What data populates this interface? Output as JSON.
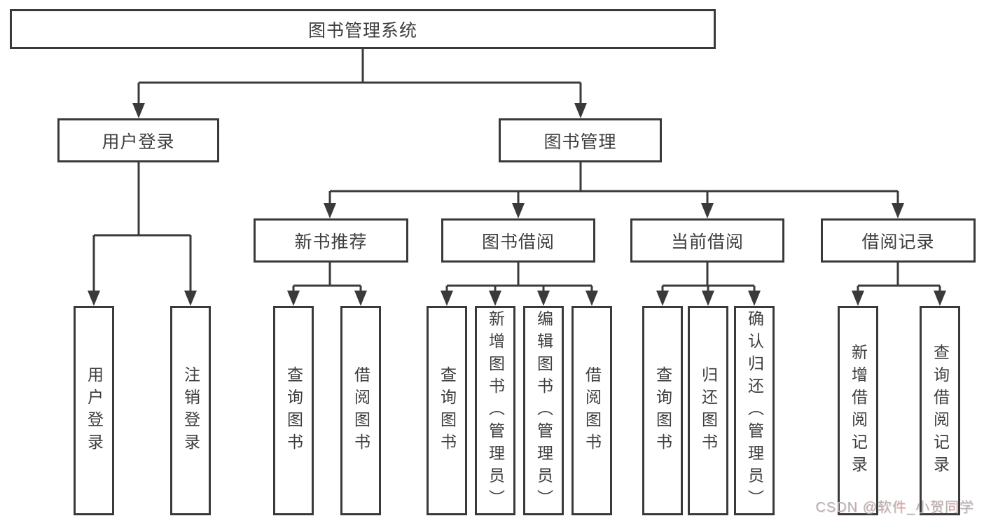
{
  "tree": {
    "root": {
      "label": "图书管理系统",
      "children": [
        {
          "label": "用户登录",
          "children": [
            {
              "label": "用户登录"
            },
            {
              "label": "注销登录"
            }
          ]
        },
        {
          "label": "图书管理",
          "children": [
            {
              "label": "新书推荐",
              "children": [
                {
                  "label": "查询图书"
                },
                {
                  "label": "借阅图书"
                }
              ]
            },
            {
              "label": "图书借阅",
              "children": [
                {
                  "label": "查询图书"
                },
                {
                  "label": "新增图书（管理员）"
                },
                {
                  "label": "编辑图书（管理员）"
                },
                {
                  "label": "借阅图书"
                }
              ]
            },
            {
              "label": "当前借阅",
              "children": [
                {
                  "label": "查询图书"
                },
                {
                  "label": "归还图书"
                },
                {
                  "label": "确认归还（管理员）"
                }
              ]
            },
            {
              "label": "借阅记录",
              "children": [
                {
                  "label": "新增借阅记录"
                },
                {
                  "label": "查询借阅记录"
                }
              ]
            }
          ]
        }
      ]
    }
  },
  "watermark": {
    "text": "CSDN @软件_小贺同学"
  },
  "colors": {
    "line": "#3a3a3a",
    "text": "#3e3e3e",
    "background": "#ffffff",
    "watermark": "#b3b3b3"
  }
}
